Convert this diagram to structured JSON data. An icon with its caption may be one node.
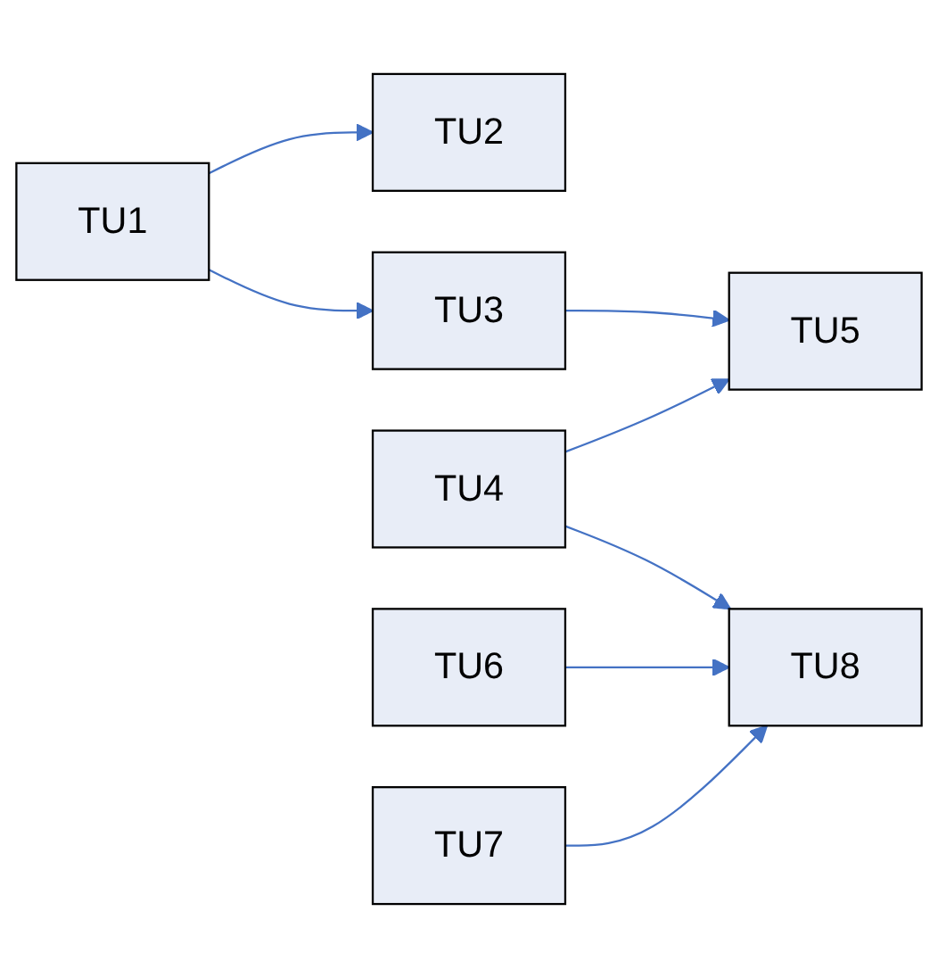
{
  "diagram": {
    "nodes": [
      {
        "text": [
          "TU1"
        ]
      },
      {
        "text": [
          "TU2"
        ]
      },
      {
        "text": [
          "TU3"
        ]
      },
      {
        "text": [
          "TU4"
        ]
      },
      {
        "text": [
          "TU5"
        ]
      },
      {
        "text": [
          "TU6"
        ]
      },
      {
        "text": [
          "TU7"
        ]
      },
      {
        "text": [
          "TU8"
        ]
      }
    ],
    "edges": [
      {
        "from": 0,
        "to": 1,
        "arrow": "to"
      },
      {
        "from": 0,
        "to": 2,
        "arrow": "to"
      },
      {
        "from": 2,
        "to": 4,
        "arrow": "to"
      },
      {
        "from": 3,
        "to": 4,
        "arrow": "to"
      },
      {
        "from": 3,
        "to": 7,
        "arrow": "to"
      },
      {
        "from": 5,
        "to": 7,
        "arrow": "to"
      },
      {
        "from": 6,
        "to": 7,
        "arrow": "to"
      }
    ]
  }
}
